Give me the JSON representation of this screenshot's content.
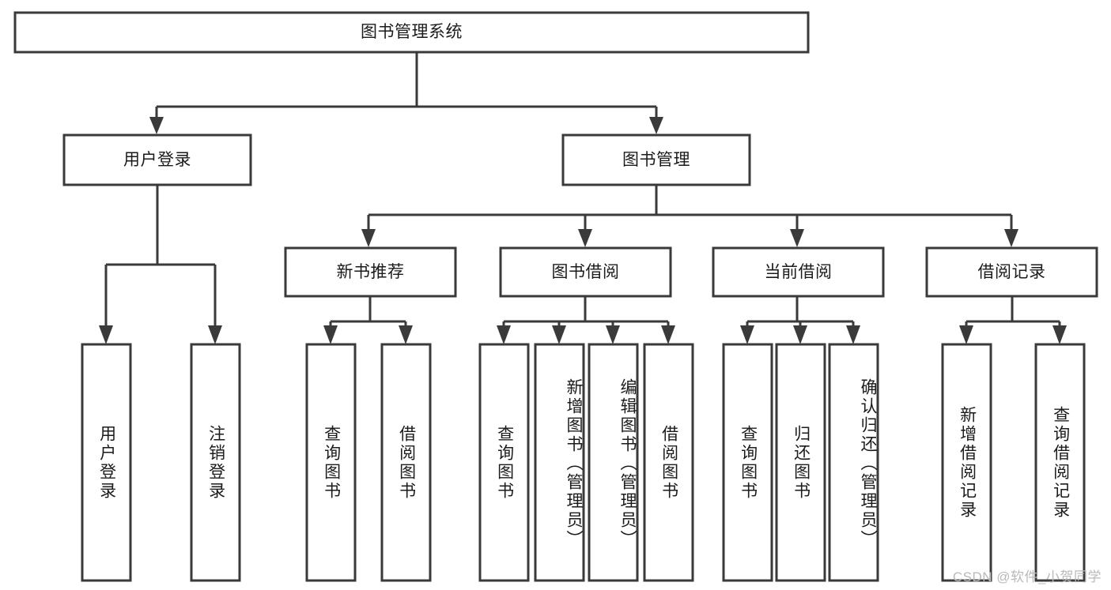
{
  "diagram": {
    "title_node": {
      "label": "图书管理系统"
    },
    "level2": [
      {
        "id": "user-login",
        "label": "用户登录"
      },
      {
        "id": "book-management",
        "label": "图书管理"
      }
    ],
    "level3": [
      {
        "id": "new-book-recommend",
        "label": "新书推荐"
      },
      {
        "id": "book-borrow",
        "label": "图书借阅"
      },
      {
        "id": "current-borrow",
        "label": "当前借阅"
      },
      {
        "id": "borrow-record",
        "label": "借阅记录"
      }
    ],
    "leaves": {
      "user_login": [
        {
          "id": "leaf-user-login",
          "label": "用户登录"
        },
        {
          "id": "leaf-logout-login",
          "label": "注销登录"
        }
      ],
      "new_book_recommend": [
        {
          "id": "leaf-query-book-1",
          "label": "查询图书"
        },
        {
          "id": "leaf-borrow-book-1",
          "label": "借阅图书"
        }
      ],
      "book_borrow": [
        {
          "id": "leaf-query-book-2",
          "label": "查询图书"
        },
        {
          "id": "leaf-add-book-admin",
          "label": "新增图书（管理员）"
        },
        {
          "id": "leaf-edit-book-admin",
          "label": "编辑图书（管理员）"
        },
        {
          "id": "leaf-borrow-book-2",
          "label": "借阅图书"
        }
      ],
      "current_borrow": [
        {
          "id": "leaf-query-book-3",
          "label": "查询图书"
        },
        {
          "id": "leaf-return-book",
          "label": "归还图书"
        },
        {
          "id": "leaf-confirm-return-admin",
          "label": "确认归还（管理员）"
        }
      ],
      "borrow_record": [
        {
          "id": "leaf-add-borrow-record",
          "label": "新增借阅记录"
        },
        {
          "id": "leaf-query-borrow-record",
          "label": "查询借阅记录"
        }
      ]
    },
    "watermark": "CSDN @软件_小贺同学",
    "colors": {
      "stroke": "#3a3a3a",
      "box_fill": "#ffffff",
      "text": "#1b1b1b",
      "watermark": "#b9b9b9",
      "background": "#ffffff"
    }
  }
}
